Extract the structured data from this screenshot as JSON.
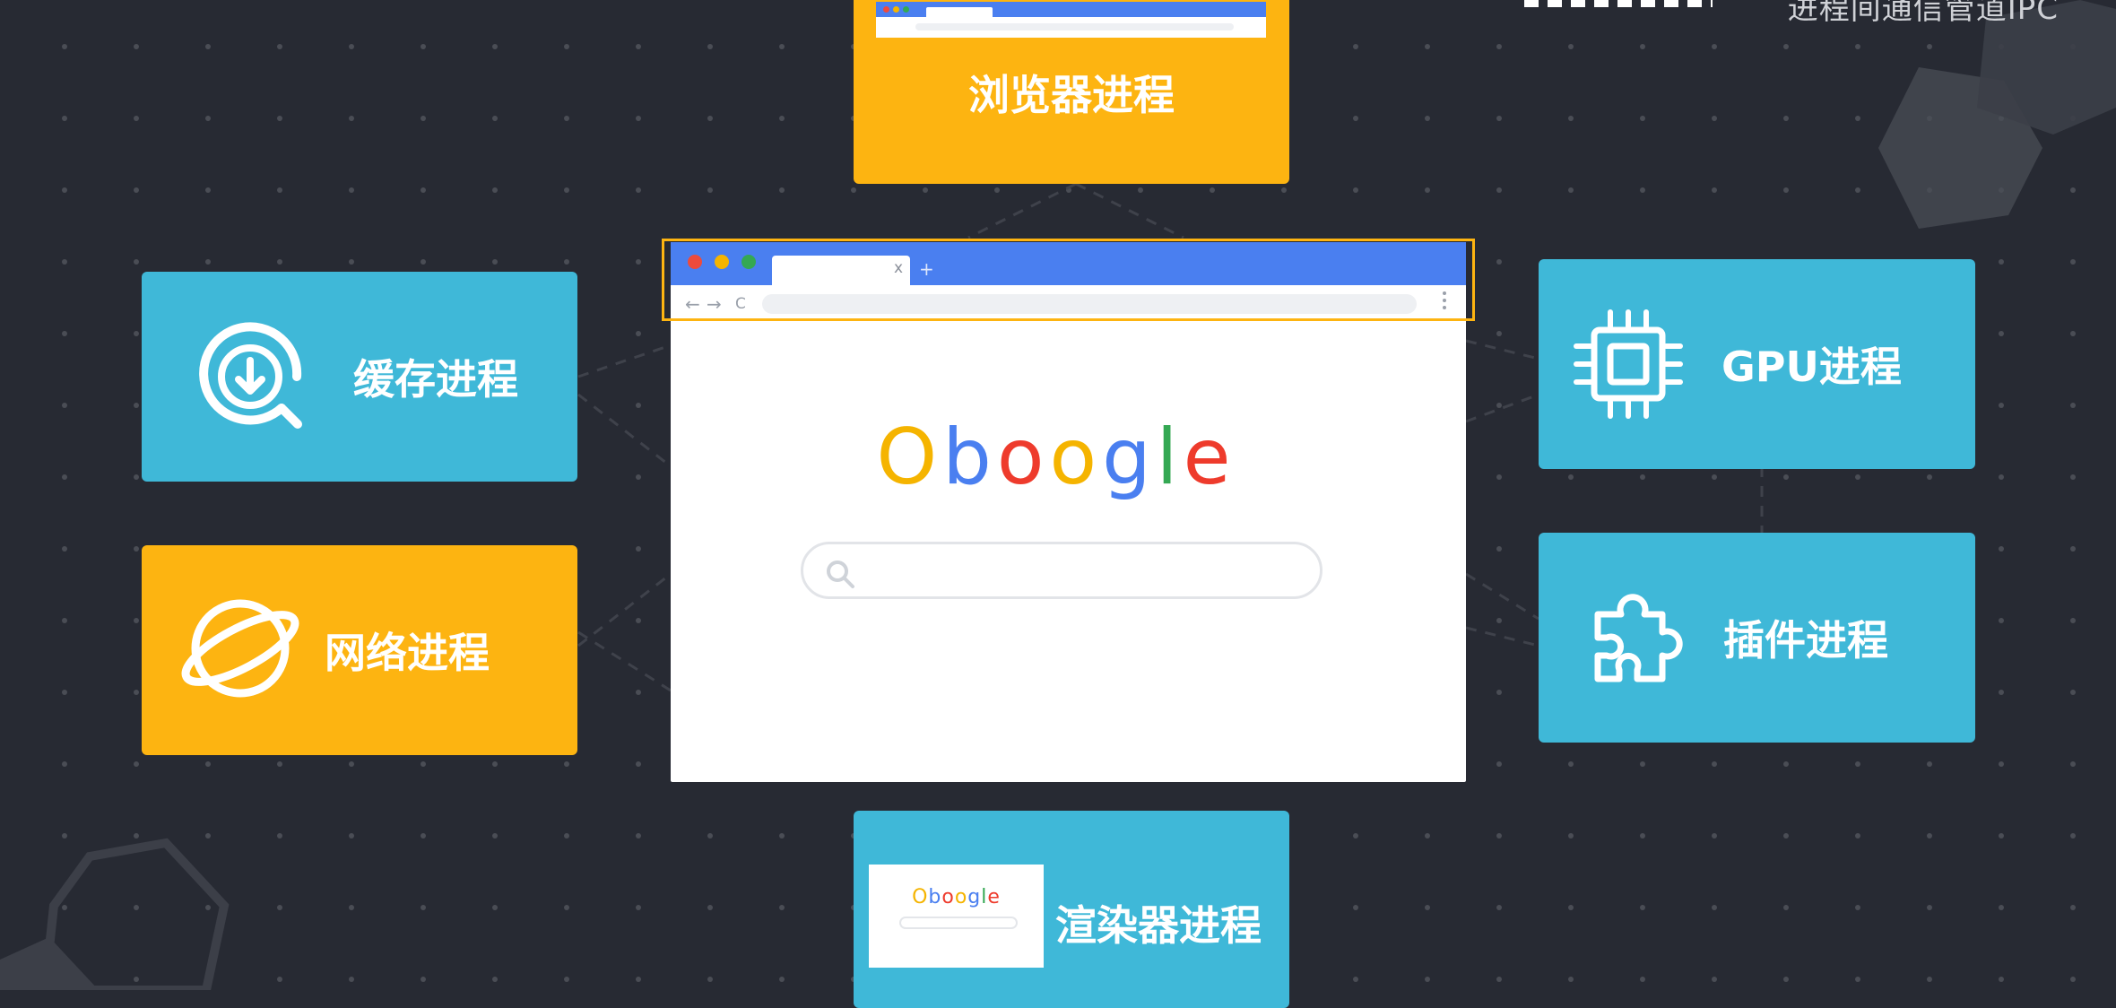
{
  "header": {
    "caption": "进程间通信管道IPC"
  },
  "processes": {
    "browser": {
      "label": "浏览器进程",
      "icon": "mini-browser-window-icon"
    },
    "cache": {
      "label": "缓存进程",
      "icon": "download-cache-icon"
    },
    "network": {
      "label": "网络进程",
      "icon": "planet-icon"
    },
    "gpu": {
      "label": "GPU进程",
      "icon": "chip-icon"
    },
    "plugin": {
      "label": "插件进程",
      "icon": "puzzle-piece-icon"
    },
    "renderer": {
      "label": "渲染器进程",
      "icon": "mini-page-icon"
    }
  },
  "browser_window": {
    "tab_close": "x",
    "new_tab": "+",
    "nav_back": "←",
    "nav_forward": "→",
    "nav_reload": "C",
    "logo_letters": [
      {
        "char": "O",
        "color": "#f5b400"
      },
      {
        "char": "b",
        "color": "#4a7ff0"
      },
      {
        "char": "o",
        "color": "#ee3b2c"
      },
      {
        "char": "o",
        "color": "#f5b400"
      },
      {
        "char": "g",
        "color": "#4a7ff0"
      },
      {
        "char": "l",
        "color": "#34a853"
      },
      {
        "char": "e",
        "color": "#ee3b2c"
      }
    ]
  },
  "colors": {
    "background": "#272a33",
    "blue_card": "#3fb8d8",
    "yellow_card": "#fdb411",
    "highlight": "#fdb411",
    "chrome_blue": "#4a7ff0"
  }
}
